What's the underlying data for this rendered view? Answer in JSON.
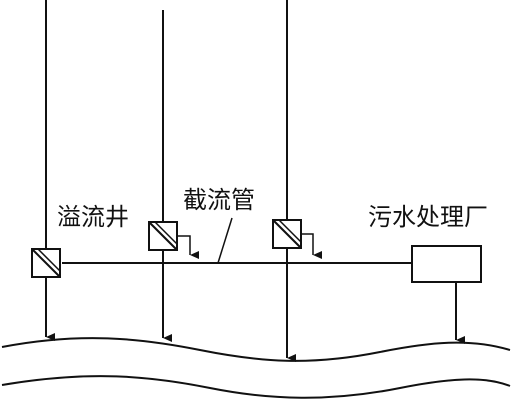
{
  "labels": {
    "overflow_well": "溢流井",
    "interceptor_pipe": "截流管",
    "treatment_plant": "污水处理厂"
  },
  "colors": {
    "line": "#111111",
    "background": "#ffffff"
  }
}
